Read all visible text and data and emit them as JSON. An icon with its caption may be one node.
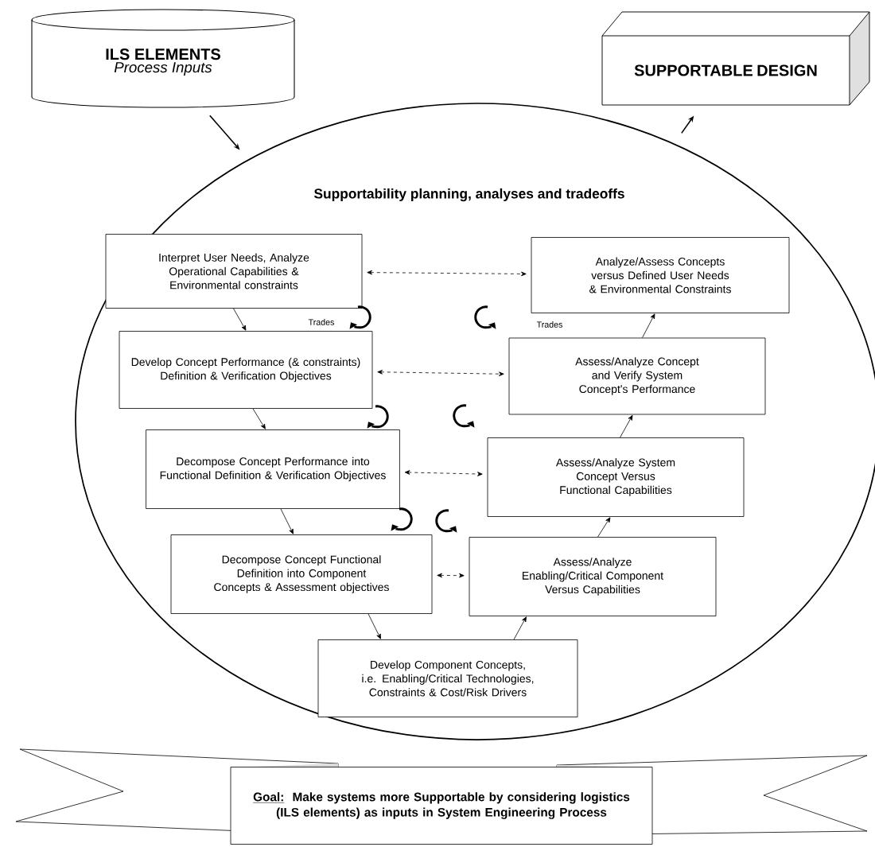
{
  "diagram": {
    "nodes": [
      {
        "text": [
          "ILS ELEMENTS",
          "Process Inputs"
        ]
      },
      {
        "text": [
          "SUPPORTABLE DESIGN"
        ]
      },
      {
        "text": [
          "Supportability planning, analyses and tradeoffs"
        ]
      },
      {
        "text": [
          "Interpret User Needs, Analyze Operational Capabilities & Environmental constraints"
        ],
        "in": 2
      },
      {
        "text": [
          "Analyze/Assess Concepts versus Defined User Needs & Environmental Constraints"
        ],
        "in": 2
      },
      {
        "text": [
          "Develop Concept Performance (& constraints) Definition & Verification Objectives"
        ],
        "in": 2
      },
      {
        "text": [
          "Assess/Analyze Concept and Verify System Concept's Performance"
        ],
        "in": 2
      },
      {
        "text": [
          "Decompose Concept Performance into Functional Definition & Verification Objectives"
        ],
        "in": 2
      },
      {
        "text": [
          "Assess/Analyze System Concept Versus Functional Capabilities"
        ],
        "in": 2
      },
      {
        "text": [
          "Decompose Concept Functional Definition into Component Concepts & Assessment objectives"
        ],
        "in": 2
      },
      {
        "text": [
          "Assess/Analyze Enabling/Critical Component Versus Capabilities"
        ],
        "in": 2
      },
      {
        "text": [
          "Develop Component Concepts, i.e. Enabling/Critical Technologies, Constraints & Cost/Risk Drivers"
        ],
        "in": 2
      },
      {
        "text": [
          "Goal:",
          "Make systems more Supportable by considering logistics (ILS elements) as inputs in System Engineering Process"
        ]
      }
    ],
    "edges": [
      {
        "from": 0,
        "to": 2,
        "arrow": "to"
      },
      {
        "from": 2,
        "to": 1,
        "arrow": "to"
      },
      {
        "from": 3,
        "to": 5,
        "arrow": "to"
      },
      {
        "from": 5,
        "to": 7,
        "arrow": "to"
      },
      {
        "from": 7,
        "to": 9,
        "arrow": "to"
      },
      {
        "from": 9,
        "to": 11,
        "arrow": "to"
      },
      {
        "from": 11,
        "to": 10,
        "arrow": "to"
      },
      {
        "from": 10,
        "to": 8,
        "arrow": "to"
      },
      {
        "from": 8,
        "to": 6,
        "arrow": "to"
      },
      {
        "from": 6,
        "to": 4,
        "arrow": "to"
      },
      {
        "from": 3,
        "to": 4,
        "arrow": "both",
        "style": "dashed"
      },
      {
        "from": 5,
        "to": 6,
        "arrow": "both",
        "style": "dashed"
      },
      {
        "from": 7,
        "to": 8,
        "arrow": "both",
        "style": "dashed"
      },
      {
        "from": 9,
        "to": 10,
        "arrow": "both",
        "style": "dashed"
      }
    ],
    "labels": [
      "Trades",
      "Trades"
    ]
  }
}
